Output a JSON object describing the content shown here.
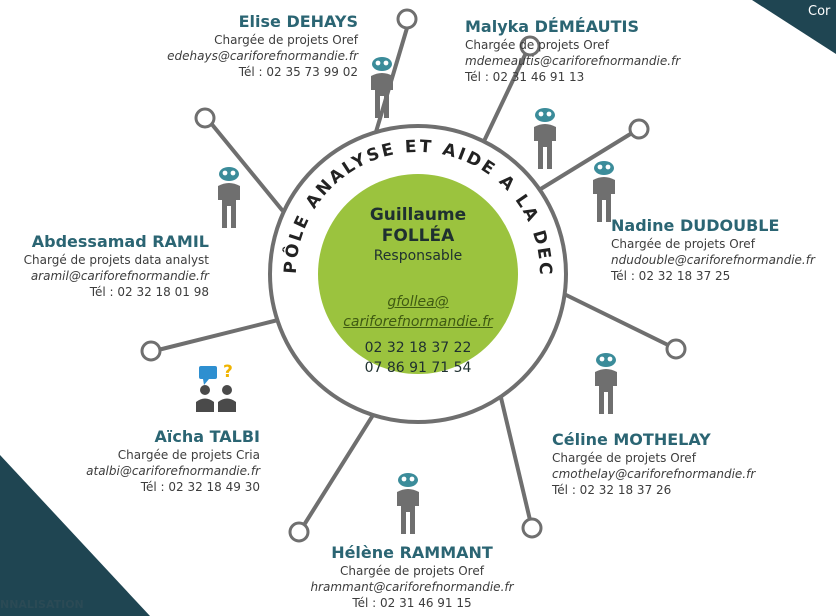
{
  "corner_top_text": "Cor",
  "corner_bottom_text": "NNALISATION",
  "pole_title": "PÔLE ANALYSE ET AIDE A LA DECISION",
  "center": {
    "first_name": "Guillaume",
    "last_name": "FOLLÉA",
    "role": "Responsable",
    "email_line1": "gfollea@",
    "email_line2": "cariforefnormandie.fr",
    "phone1": "02 32 18 37 22",
    "phone2": "07 86 91 71 54"
  },
  "people": [
    {
      "name": "Elise DEHAYS",
      "role": "Chargée de projets Oref",
      "email": "edehays@cariforefnormandie.fr",
      "phone": "Tél : 02 35 73 99 02"
    },
    {
      "name": "Malyka DÉMÉAUTIS",
      "role": "Chargée de projets Oref",
      "email": "mdemeautis@cariforefnormandie.fr",
      "phone": "Tél : 02 31 46 91 13"
    },
    {
      "name": "Nadine DUDOUBLE",
      "role": "Chargée de projets Oref",
      "email": "ndudouble@cariforefnormandie.fr",
      "phone": "Tél : 02 32 18 37 25"
    },
    {
      "name": "Céline MOTHELAY",
      "role": "Chargée de projets Oref",
      "email": "cmothelay@cariforefnormandie.fr",
      "phone": "Tél : 02 32 18 37 26"
    },
    {
      "name": "Hélène RAMMANT",
      "role": "Chargée de projets Oref",
      "email": "hrammant@cariforefnormandie.fr",
      "phone": "Tél : 02 31 46 91 15"
    },
    {
      "name": "Aïcha TALBI",
      "role": "Chargée de projets Cria",
      "email": "atalbi@cariforefnormandie.fr",
      "phone": "Tél : 02 32 18 49 30"
    },
    {
      "name": "Abdessamad RAMIL",
      "role": "Chargé de projets data analyst",
      "email": "aramil@cariforefnormandie.fr",
      "phone": "Tél : 02 32 18 01 98"
    }
  ],
  "colors": {
    "green": "#9bc33e",
    "teal": "#2b6573",
    "dark_teal": "#1f4552",
    "spoke": "#6f6f6f",
    "icon_head": "#3b8c9a",
    "bubble_blue": "#2e8fd0",
    "question_yellow": "#f0b400"
  }
}
